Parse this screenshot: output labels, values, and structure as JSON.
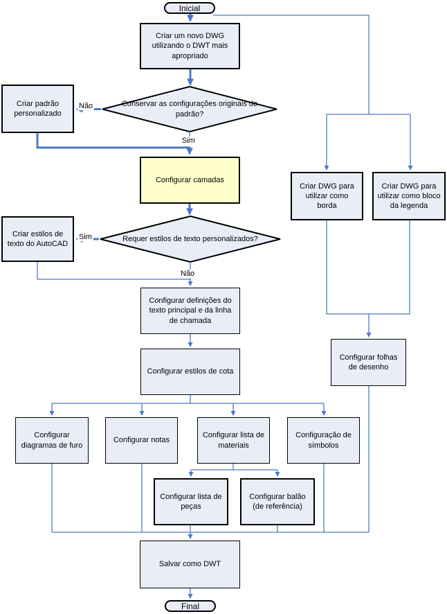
{
  "diagram": {
    "start": "Inicial",
    "end": "Final",
    "nodes": {
      "new_dwg": "Criar um novo DWG utilizando o DWT mais apropriado",
      "custom_standard": "Criar padrão personalizado",
      "layers": "Configurar camadas",
      "text_styles": "Criar estilos de texto do AutoCAD",
      "text_defs": "Configurar definições do texto principal e da linha de chamada",
      "dim_styles": "Configurar estilos de cota",
      "hole_charts": "Configurar diagramas de furo",
      "notes": "Configurar notas",
      "bom": "Configurar lista de materiais",
      "symbols": "Configuração de símbolos",
      "parts_list": "Configurar lista de peças",
      "balloon": "Configurar balão (de referência)",
      "save_dwt": "Salvar como DWT",
      "border_dwg": "Criar DWG para utilizar como borda",
      "titleblock_dwg": "Criar DWG para utilizar como bloco da legenda",
      "sheets": "Configurar folhas de desenho"
    },
    "decisions": {
      "keep_defaults": "Conservar as configurações originais do padrão?",
      "need_text_styles": "Requer estilos de texto personalizados?"
    },
    "edge_labels": {
      "d1_no": "Não",
      "d1_yes": "Sim",
      "d2_yes": "Sim",
      "d2_no": "Não"
    },
    "colors": {
      "line": "#4a79c5",
      "node_fill": "#e9edf6",
      "highlight": "#ffffcc",
      "border": "#000000"
    }
  }
}
